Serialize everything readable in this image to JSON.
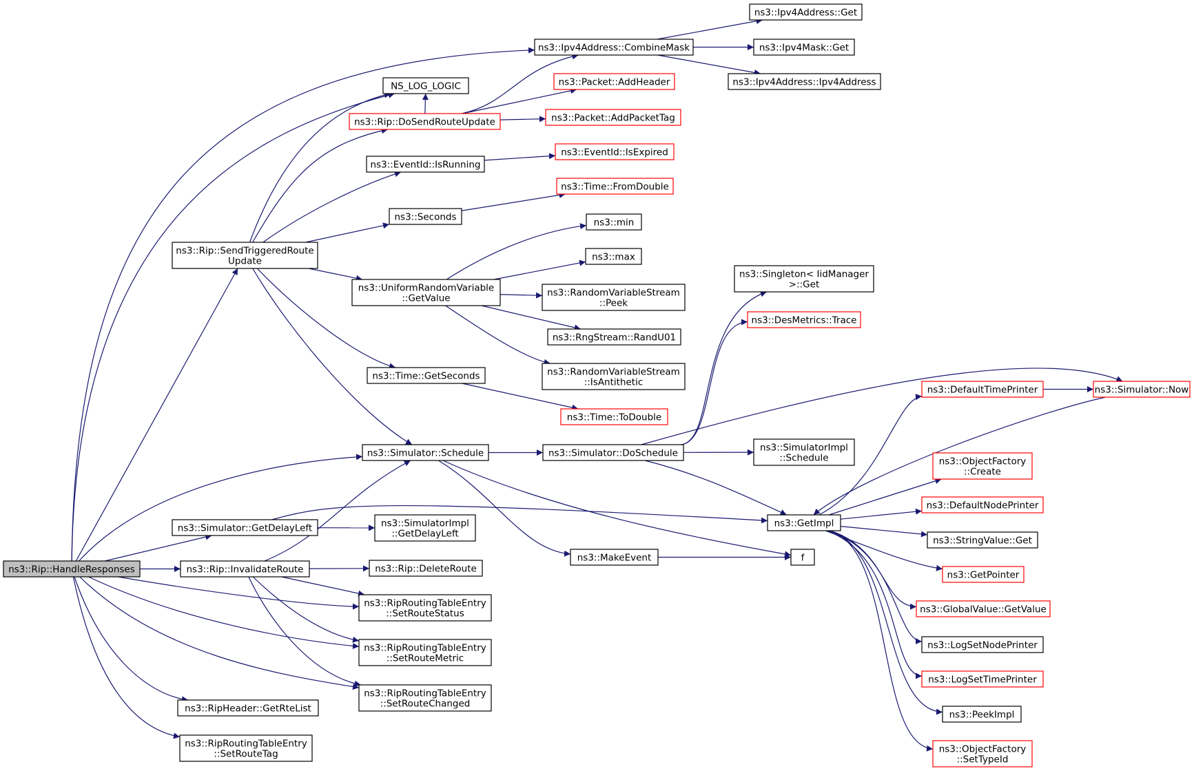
{
  "colors": {
    "edge": "#191970",
    "node_border": "#000000",
    "node_border_incomplete": "#ff0000",
    "root_fill": "#bfbfbf"
  },
  "nodes": {
    "handle_responses": {
      "lines": [
        "ns3::Rip::HandleResponses"
      ],
      "style": "root"
    },
    "send_triggered_route_update": {
      "lines": [
        "ns3::Rip::SendTriggeredRoute",
        "Update"
      ],
      "style": "normal"
    },
    "simulator_get_delay_left": {
      "lines": [
        "ns3::Simulator::GetDelayLeft"
      ],
      "style": "normal"
    },
    "rip_invalidate_route": {
      "lines": [
        "ns3::Rip::InvalidateRoute"
      ],
      "style": "normal"
    },
    "rip_header_get_rte_list": {
      "lines": [
        "ns3::RipHeader::GetRteList"
      ],
      "style": "normal"
    },
    "rte_set_route_tag": {
      "lines": [
        "ns3::RipRoutingTableEntry",
        "::SetRouteTag"
      ],
      "style": "normal"
    },
    "ipv4address_combine_mask": {
      "lines": [
        "ns3::Ipv4Address::CombineMask"
      ],
      "style": "normal"
    },
    "ns_log_logic": {
      "lines": [
        "NS_LOG_LOGIC"
      ],
      "style": "normal"
    },
    "rip_do_send_route_update": {
      "lines": [
        "ns3::Rip::DoSendRouteUpdate"
      ],
      "style": "incomplete"
    },
    "eventid_is_running": {
      "lines": [
        "ns3::EventId::IsRunning"
      ],
      "style": "normal"
    },
    "seconds": {
      "lines": [
        "ns3::Seconds"
      ],
      "style": "normal"
    },
    "uniform_get_value": {
      "lines": [
        "ns3::UniformRandomVariable",
        "::GetValue"
      ],
      "style": "normal"
    },
    "time_get_seconds": {
      "lines": [
        "ns3::Time::GetSeconds"
      ],
      "style": "normal"
    },
    "simulator_schedule": {
      "lines": [
        "ns3::Simulator::Schedule"
      ],
      "style": "normal"
    },
    "simulatorimpl_get_delay_left": {
      "lines": [
        "ns3::SimulatorImpl",
        "::GetDelayLeft"
      ],
      "style": "normal"
    },
    "rip_delete_route": {
      "lines": [
        "ns3::Rip::DeleteRoute"
      ],
      "style": "normal"
    },
    "rte_set_route_status": {
      "lines": [
        "ns3::RipRoutingTableEntry",
        "::SetRouteStatus"
      ],
      "style": "normal"
    },
    "rte_set_route_metric": {
      "lines": [
        "ns3::RipRoutingTableEntry",
        "::SetRouteMetric"
      ],
      "style": "normal"
    },
    "rte_set_route_changed": {
      "lines": [
        "ns3::RipRoutingTableEntry",
        "::SetRouteChanged"
      ],
      "style": "normal"
    },
    "ipv4address_get": {
      "lines": [
        "ns3::Ipv4Address::Get"
      ],
      "style": "normal"
    },
    "ipv4mask_get": {
      "lines": [
        "ns3::Ipv4Mask::Get"
      ],
      "style": "normal"
    },
    "ipv4address_ctor": {
      "lines": [
        "ns3::Ipv4Address::Ipv4Address"
      ],
      "style": "normal"
    },
    "packet_add_header": {
      "lines": [
        "ns3::Packet::AddHeader"
      ],
      "style": "incomplete"
    },
    "packet_add_packet_tag": {
      "lines": [
        "ns3::Packet::AddPacketTag"
      ],
      "style": "incomplete"
    },
    "eventid_is_expired": {
      "lines": [
        "ns3::EventId::IsExpired"
      ],
      "style": "incomplete"
    },
    "time_from_double": {
      "lines": [
        "ns3::Time::FromDouble"
      ],
      "style": "incomplete"
    },
    "min": {
      "lines": [
        "ns3::min"
      ],
      "style": "normal"
    },
    "max": {
      "lines": [
        "ns3::max"
      ],
      "style": "normal"
    },
    "rvs_peek": {
      "lines": [
        "ns3::RandomVariableStream",
        "::Peek"
      ],
      "style": "normal"
    },
    "rngstream_randu01": {
      "lines": [
        "ns3::RngStream::RandU01"
      ],
      "style": "normal"
    },
    "rvs_is_antithetic": {
      "lines": [
        "ns3::RandomVariableStream",
        "::IsAntithetic"
      ],
      "style": "normal"
    },
    "time_to_double": {
      "lines": [
        "ns3::Time::ToDouble"
      ],
      "style": "incomplete"
    },
    "simulator_do_schedule": {
      "lines": [
        "ns3::Simulator::DoSchedule"
      ],
      "style": "normal"
    },
    "make_event": {
      "lines": [
        "ns3::MakeEvent"
      ],
      "style": "normal"
    },
    "singleton_get": {
      "lines": [
        "ns3::Singleton< IidManager",
        " >::Get"
      ],
      "style": "normal"
    },
    "desmetrics_trace": {
      "lines": [
        "ns3::DesMetrics::Trace"
      ],
      "style": "incomplete"
    },
    "simulatorimpl_schedule": {
      "lines": [
        "ns3::SimulatorImpl",
        "::Schedule"
      ],
      "style": "normal"
    },
    "get_impl": {
      "lines": [
        "ns3::GetImpl"
      ],
      "style": "normal"
    },
    "f": {
      "lines": [
        "f"
      ],
      "style": "normal"
    },
    "default_time_printer": {
      "lines": [
        "ns3::DefaultTimePrinter"
      ],
      "style": "incomplete"
    },
    "simulator_now": {
      "lines": [
        "ns3::Simulator::Now"
      ],
      "style": "incomplete"
    },
    "objectfactory_create": {
      "lines": [
        "ns3::ObjectFactory",
        "::Create"
      ],
      "style": "incomplete"
    },
    "default_node_printer": {
      "lines": [
        "ns3::DefaultNodePrinter"
      ],
      "style": "incomplete"
    },
    "stringvalue_get": {
      "lines": [
        "ns3::StringValue::Get"
      ],
      "style": "normal"
    },
    "get_pointer": {
      "lines": [
        "ns3::GetPointer"
      ],
      "style": "incomplete"
    },
    "globalvalue_get_value": {
      "lines": [
        "ns3::GlobalValue::GetValue"
      ],
      "style": "incomplete"
    },
    "log_set_node_printer": {
      "lines": [
        "ns3::LogSetNodePrinter"
      ],
      "style": "normal"
    },
    "log_set_time_printer": {
      "lines": [
        "ns3::LogSetTimePrinter"
      ],
      "style": "incomplete"
    },
    "peek_impl": {
      "lines": [
        "ns3::PeekImpl"
      ],
      "style": "normal"
    },
    "objectfactory_set_type_id": {
      "lines": [
        "ns3::ObjectFactory",
        "::SetTypeId"
      ],
      "style": "incomplete"
    }
  }
}
